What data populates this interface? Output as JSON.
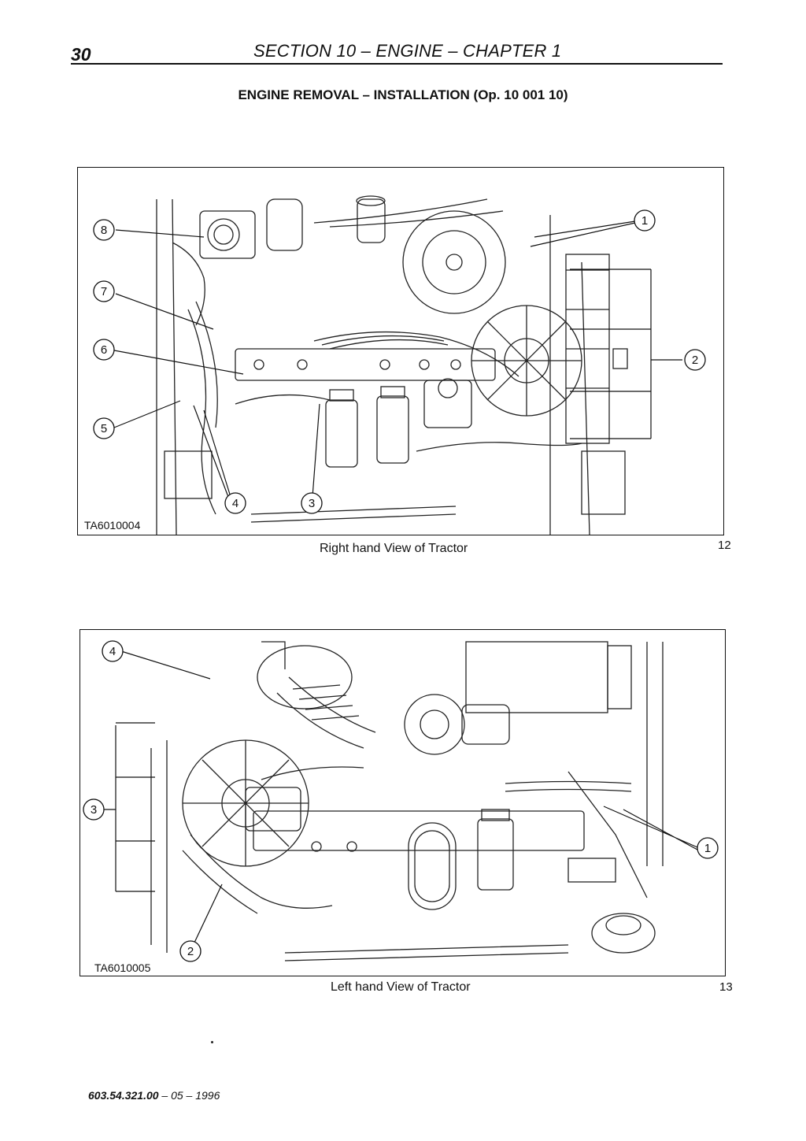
{
  "header": {
    "page_number": "30",
    "section_title": "SECTION 10 – ENGINE – CHAPTER 1"
  },
  "heading": "ENGINE REMOVAL – INSTALLATION (Op. 10 001 10)",
  "figures": [
    {
      "code": "TA6010004",
      "caption": "Right hand View of Tractor",
      "number": "12",
      "callouts": [
        "1",
        "2",
        "3",
        "4",
        "5",
        "6",
        "7",
        "8"
      ]
    },
    {
      "code": "TA6010005",
      "caption": "Left hand View of Tractor",
      "number": "13",
      "callouts": [
        "1",
        "2",
        "3",
        "4"
      ]
    }
  ],
  "footer": {
    "doc_number": "603.54.321.00",
    "date_suffix": " – 05 – 1996"
  }
}
